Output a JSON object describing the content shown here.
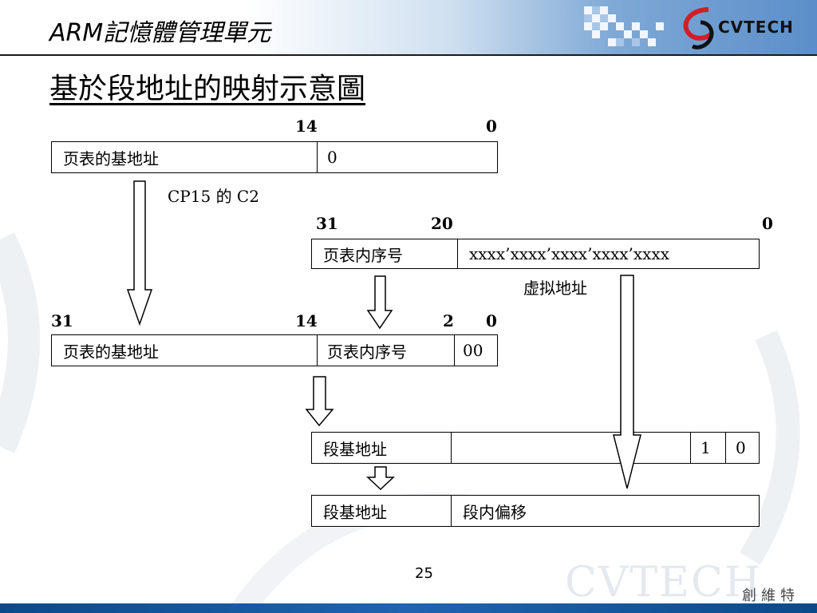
{
  "header": {
    "title": "ARM記憶體管理單元",
    "logo_text": "CVTECH"
  },
  "slide": {
    "title": "基於段地址的映射示意圖",
    "page_number": "25"
  },
  "diagram": {
    "reg1": {
      "bit_hi": "14",
      "bit_lo": "0",
      "field_left": "页表的基地址",
      "field_right": "0",
      "caption": "CP15  的 C2"
    },
    "vaddr": {
      "bit_31": "31",
      "bit_20": "20",
      "bit_0": "0",
      "field_index": "页表内序号",
      "field_rest": "xxxx’xxxx’xxxx’xxxx’xxxx",
      "caption": "虚拟地址"
    },
    "entry_addr": {
      "bit_31": "31",
      "bit_14": "14",
      "bit_2": "2",
      "bit_0": "0",
      "field_base": "页表的基地址",
      "field_index": "页表内序号",
      "field_low": "00"
    },
    "section_desc": {
      "field_base": "段基地址",
      "bit_a": "1",
      "bit_b": "0"
    },
    "phys_addr": {
      "field_base": "段基地址",
      "field_offset": "段内偏移"
    }
  },
  "watermark": {
    "text": "CVTECH",
    "cn": "創維特"
  },
  "colors": {
    "bottom_bar": "#1e64b0",
    "header_gradient_end": "#5b8ec9",
    "logo_red": "#d21f26"
  }
}
